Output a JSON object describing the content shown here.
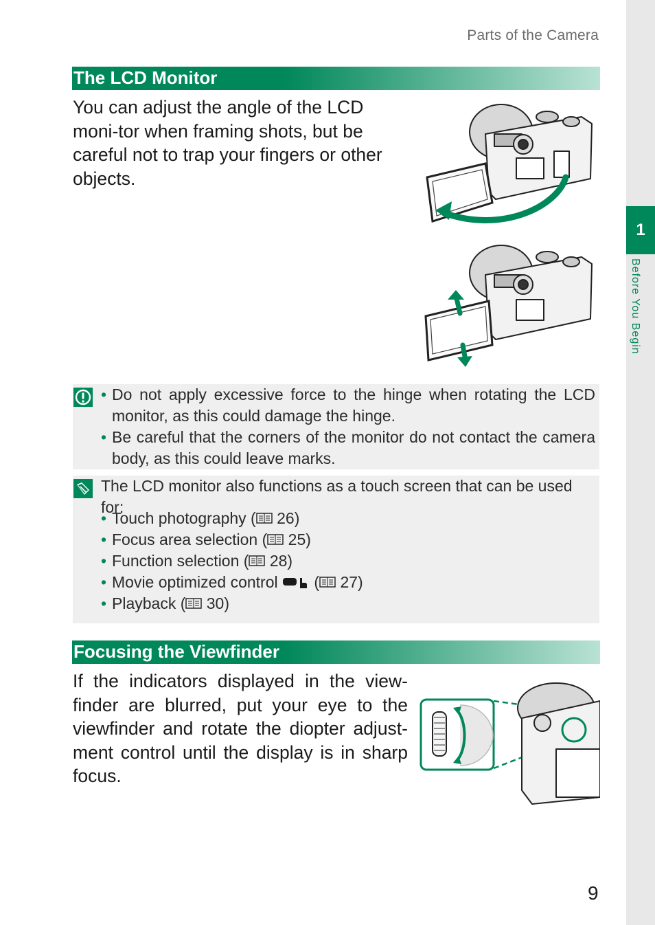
{
  "header": {
    "section": "Parts of the Camera"
  },
  "chapter": {
    "number": "1",
    "label": "Before You Begin"
  },
  "sections": [
    {
      "title": "The LCD Monitor",
      "body": "You can adjust the angle of the LCD moni-tor when framing shots, but be careful not to trap your fingers or other objects."
    },
    {
      "title": "Focusing the Viewfinder",
      "body": "If the indicators displayed in the view-finder are blurred, put your eye to the viewfinder and rotate the diopter adjust-ment control until the display is in sharp focus."
    }
  ],
  "caution": {
    "items": [
      "Do not apply excessive force to the hinge when rotating the LCD monitor, as this could damage the hinge.",
      "Be careful that the corners of the monitor do not contact the camera body, as this could leave marks."
    ]
  },
  "note": {
    "intro": "The LCD monitor also functions as a touch screen that can be used for:",
    "items": [
      {
        "label": "Touch photography (",
        "page": "26",
        "suffix": ")"
      },
      {
        "label": "Focus area selection (",
        "page": "25",
        "suffix": ")"
      },
      {
        "label": "Function selection (",
        "page": "28",
        "suffix": ")"
      },
      {
        "label": "Movie optimized control ",
        "page": "27",
        "suffix": ")"
      },
      {
        "label": "Playback (",
        "page": "30",
        "suffix": ")"
      }
    ]
  },
  "page_number": "9",
  "colors": {
    "accent": "#00875a",
    "note_bg": "#efefef"
  },
  "icons": {
    "caution": "caution-icon",
    "note": "note-icon",
    "page_ref": "book-icon"
  }
}
